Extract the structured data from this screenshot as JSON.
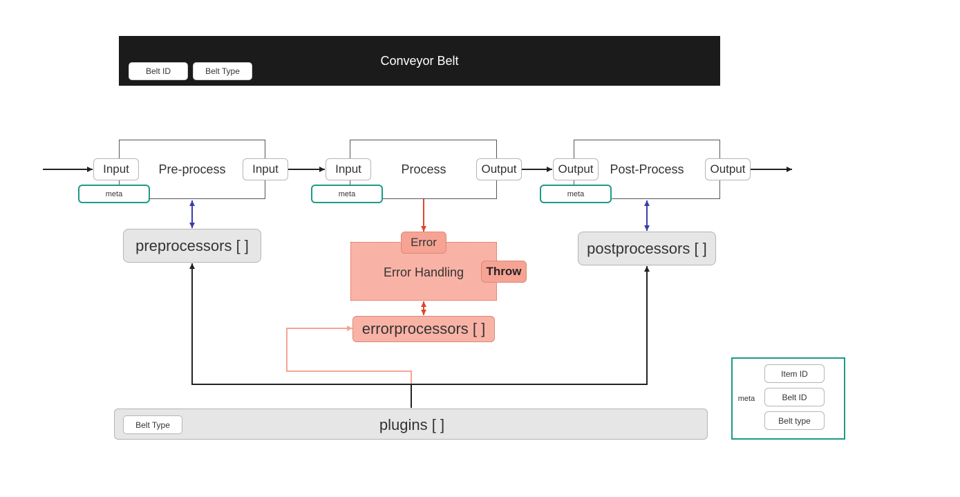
{
  "header": {
    "title": "Conveyor Belt",
    "chips": [
      "Belt ID",
      "Belt Type"
    ]
  },
  "stages": [
    {
      "title": "Pre-process",
      "left_port": "Input",
      "right_port": "Input",
      "meta": "meta"
    },
    {
      "title": "Process",
      "left_port": "Input",
      "right_port": "Output",
      "meta": "meta"
    },
    {
      "title": "Post-Process",
      "left_port": "Output",
      "right_port": "Output",
      "meta": "meta"
    }
  ],
  "processors": {
    "pre": "preprocessors [ ]",
    "post": "postprocessors [ ]"
  },
  "error": {
    "tag": "Error",
    "title": "Error Handling",
    "throw": "Throw",
    "processors": "errorprocessors [ ]"
  },
  "plugins": {
    "title": "plugins [ ]",
    "chip": "Belt Type"
  },
  "legend": {
    "label": "meta",
    "items": [
      "Item ID",
      "Belt ID",
      "Belt type"
    ]
  },
  "colors": {
    "header_bg": "#1b1b1b",
    "meta_border": "#1c9a86",
    "error_fill": "#f9b3a6",
    "error_arrow": "#e0452b",
    "blue_arrow": "#3a3ea8",
    "plugin_wire_light": "#f6a394",
    "processor_fill": "#e6e6e6"
  }
}
